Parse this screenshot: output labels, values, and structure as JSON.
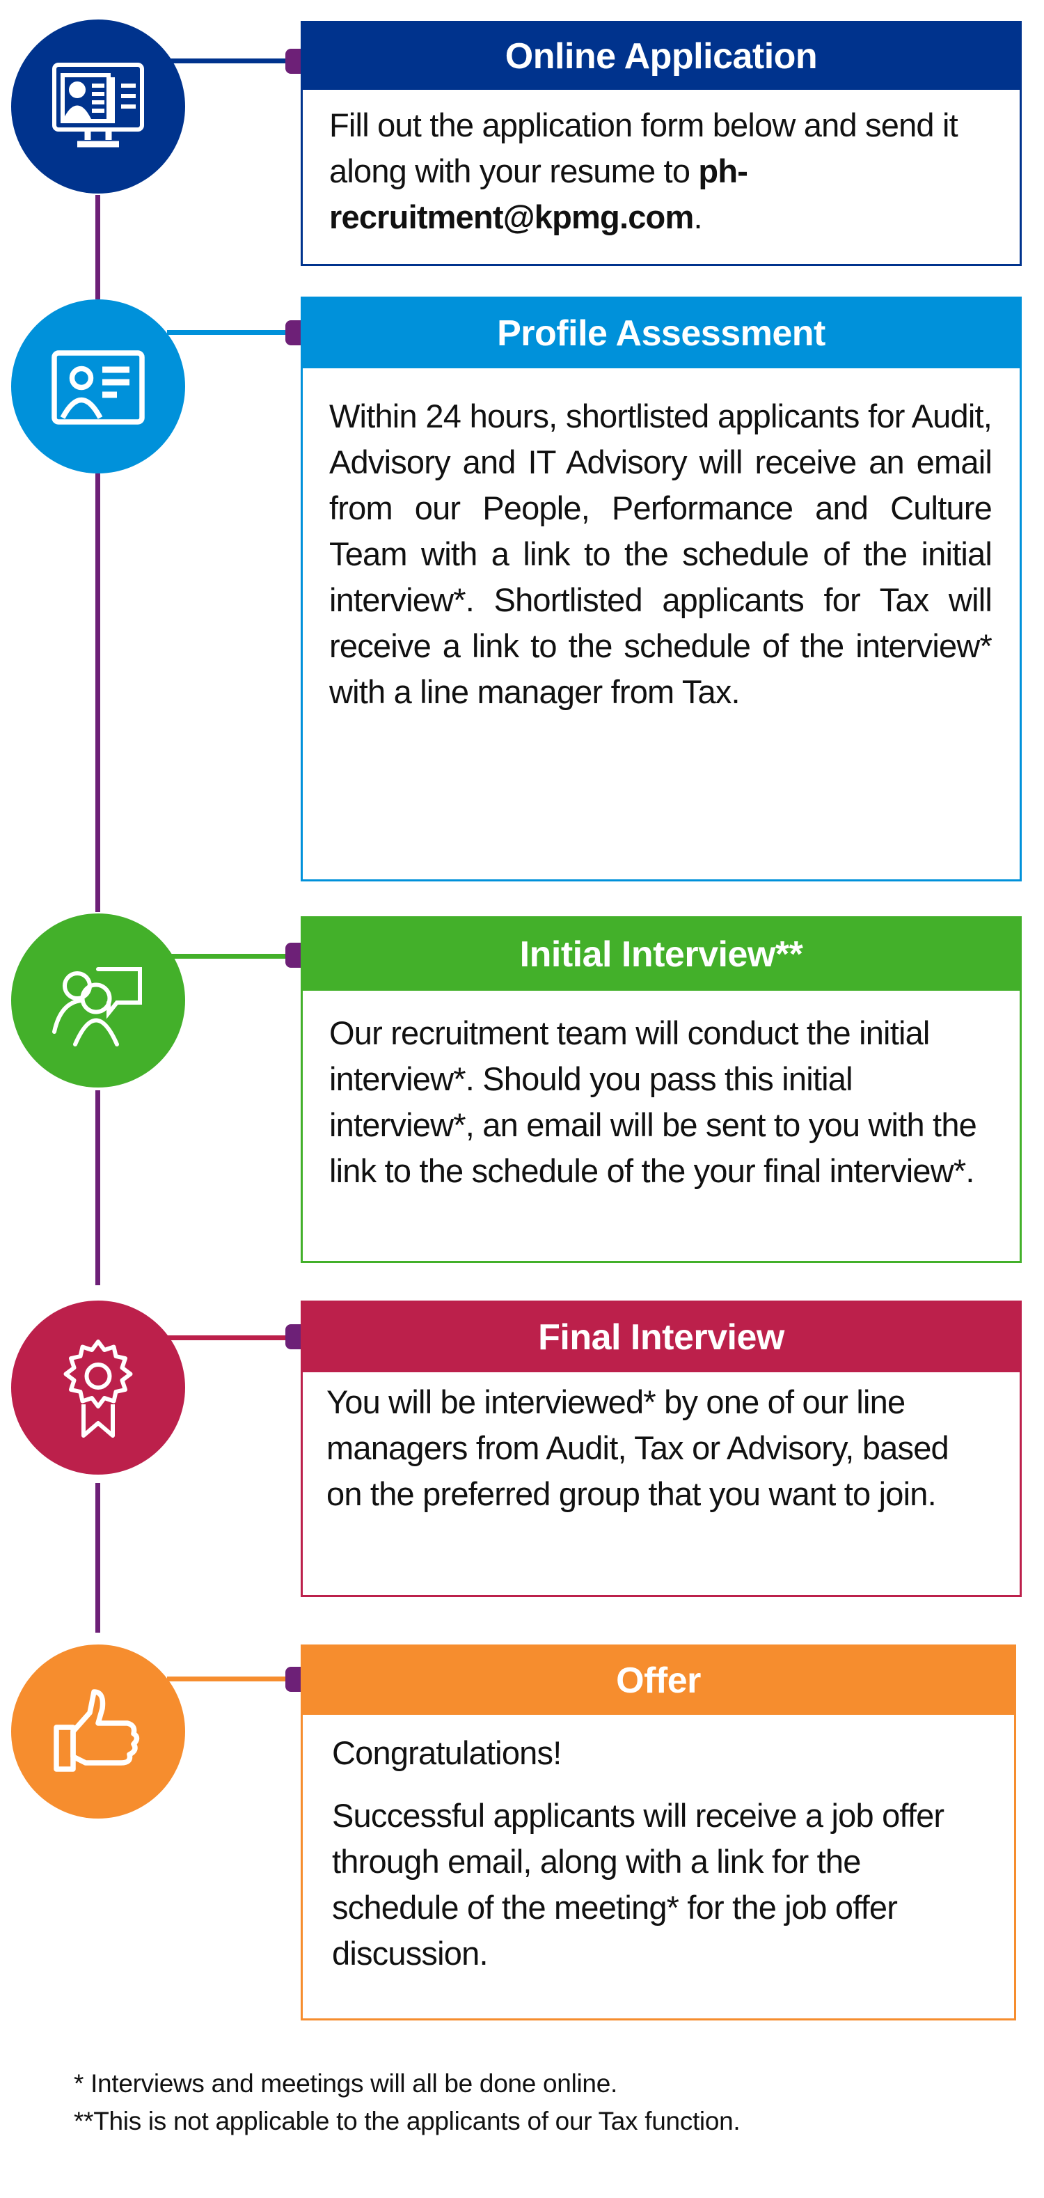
{
  "steps": [
    {
      "title": "Online Application",
      "color": "#00338d",
      "icon": "computer-profile-icon",
      "body_prefix": "Fill out the application form below and send it along with your resume to ",
      "email": "ph-recruitment@kpmg.com",
      "body_suffix": "."
    },
    {
      "title": "Profile Assessment",
      "color": "#0091da",
      "icon": "id-card-icon",
      "body": "Within 24 hours, shortlisted applicants for Audit, Advisory and IT Advisory will receive an email from our People, Performance and Culture Team with a link to the schedule of the initial interview*. Shortlisted applicants for Tax will receive a link to the schedule of the interview* with a line manager from Tax."
    },
    {
      "title": "Initial Interview**",
      "color": "#43b02a",
      "icon": "people-chat-icon",
      "body": "Our recruitment team will conduct the initial interview*. Should you pass this initial interview*, an email will be sent to you with the link to the schedule of the your final interview*."
    },
    {
      "title": "Final Interview",
      "color": "#bc204b",
      "icon": "award-ribbon-icon",
      "body": "You will be interviewed* by one of our line managers from Audit, Tax or Advisory, based on the preferred group that you want to join."
    },
    {
      "title": "Offer",
      "color": "#f68d2e",
      "icon": "thumbs-up-icon",
      "body_intro": "Congratulations!",
      "body": "Successful applicants will receive a job offer through email, along with a link for the schedule of the meeting* for the job offer discussion."
    }
  ],
  "footnotes": [
    "*  Interviews and meetings will all be done online.",
    "**This is not applicable to the applicants of our Tax function."
  ],
  "timeline_color": "#6d2077"
}
